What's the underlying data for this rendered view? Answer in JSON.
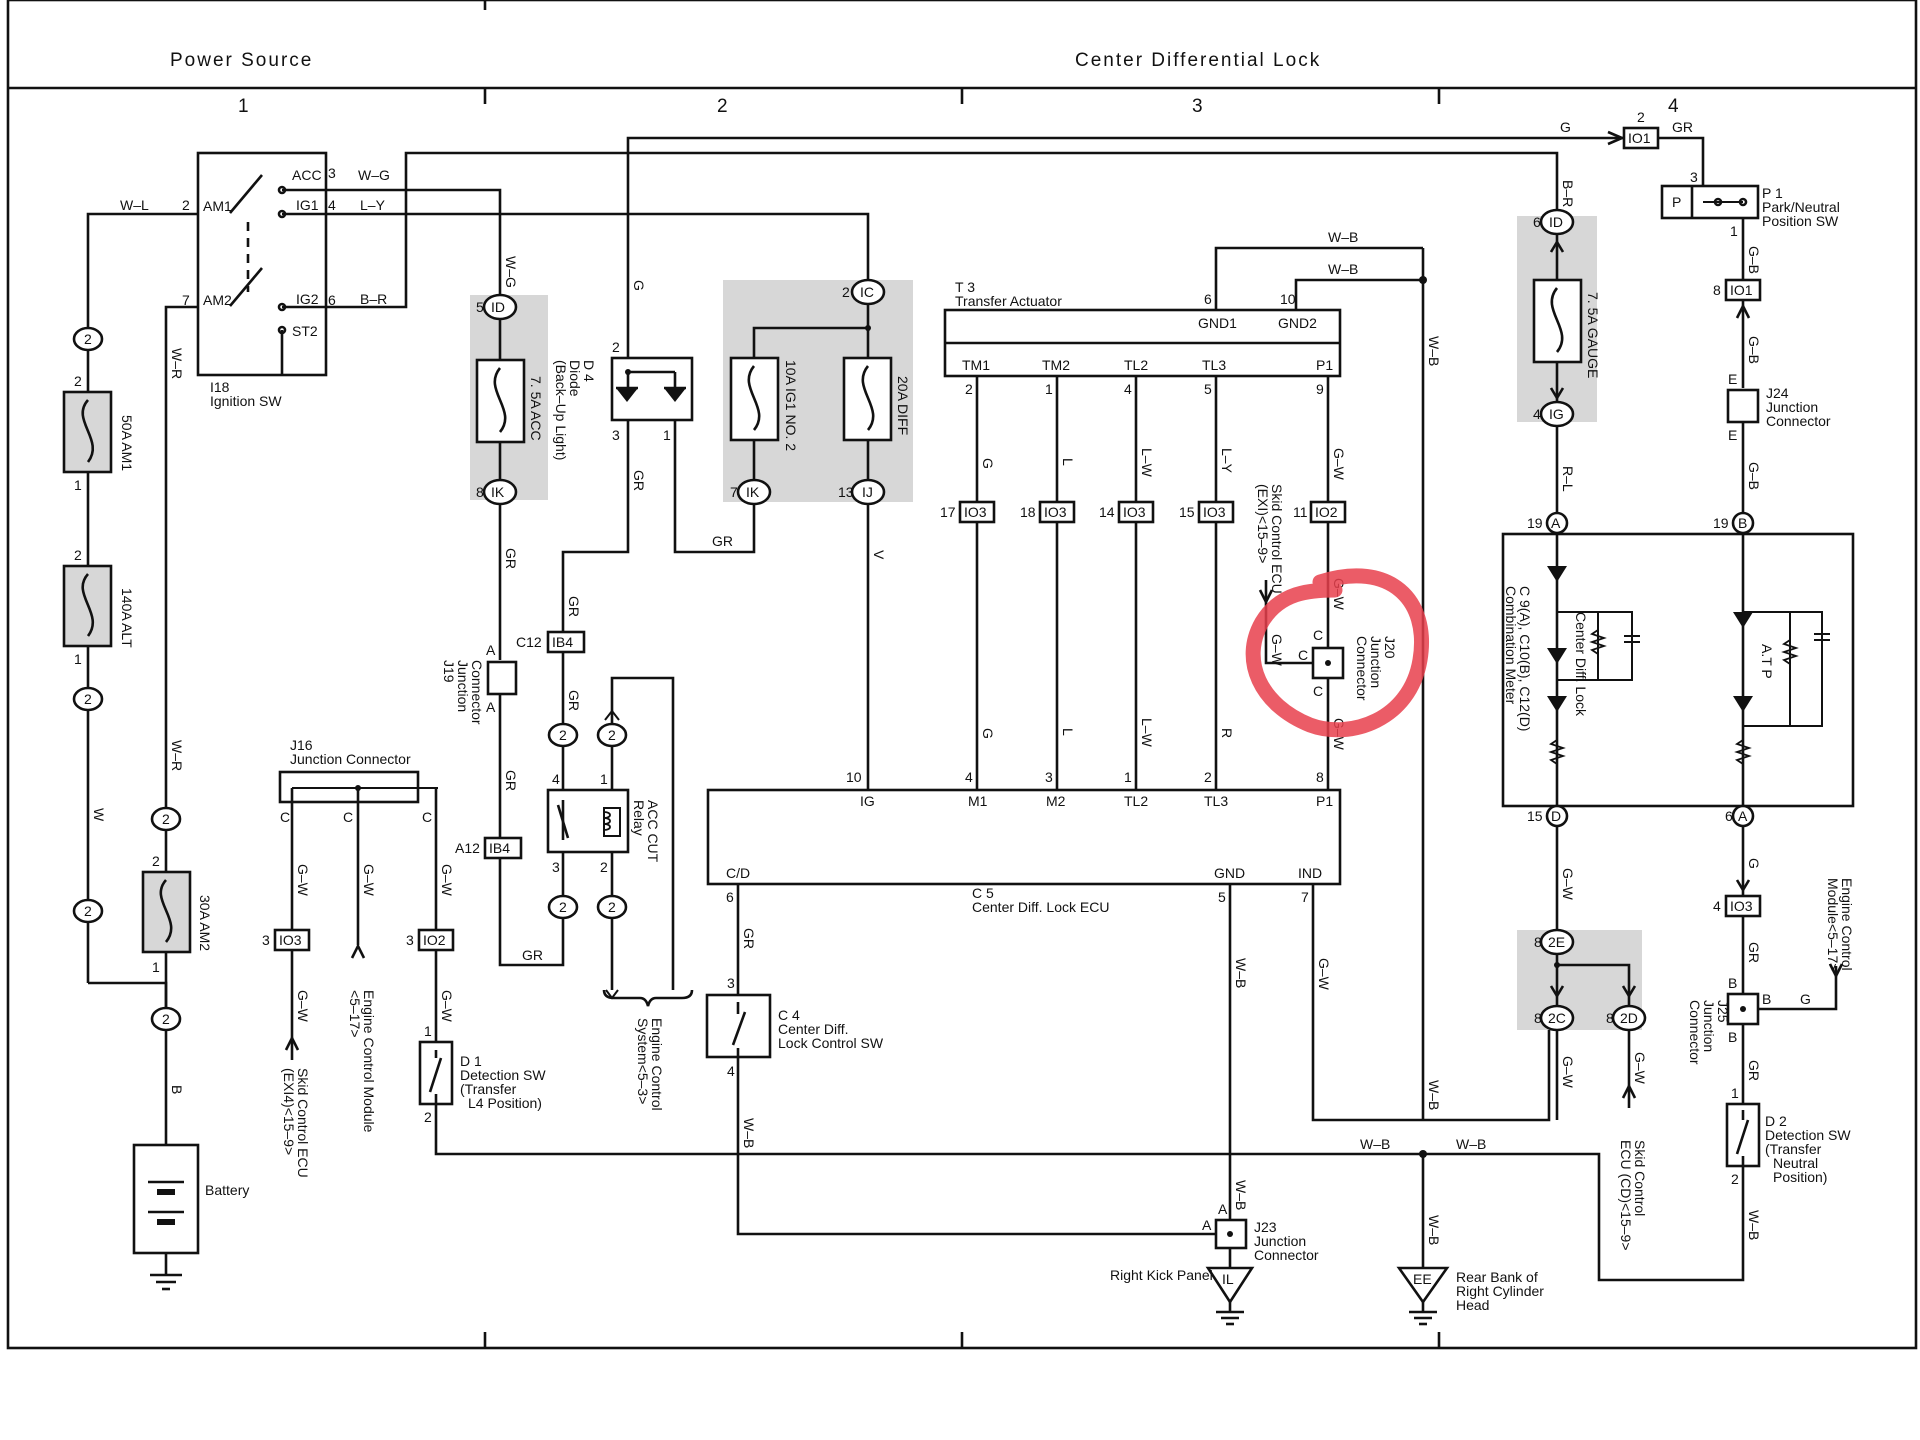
{
  "header": {
    "left_title": "Power Source",
    "right_title": "Center Differential Lock",
    "columns": [
      "1",
      "2",
      "3",
      "4"
    ]
  },
  "components": {
    "ignition_sw": {
      "name": "I18",
      "desc": "Ignition SW",
      "terms": [
        "ACC",
        "AM1",
        "IG1",
        "AM2",
        "IG2",
        "ST2"
      ],
      "pins": [
        "3",
        "2",
        "4",
        "7",
        "6"
      ]
    },
    "fuse_50a": "50A AM1",
    "fuse_140a": "140A ALT",
    "fuse_30a": "30A AM2",
    "fuse_75acc": "7. 5A ACC",
    "fuse_10a": "10A IG1 NO. 2",
    "fuse_20a": "20A DIFF",
    "fuse_gauge": "7. 5A GAUGE",
    "diode": {
      "name": "D 4",
      "desc": "Diode",
      "sub": "(Back–Up Light)"
    },
    "battery": "Battery",
    "j16": {
      "name": "J16",
      "desc": "Junction Connector"
    },
    "j19": {
      "name": "J19",
      "desc": "Junction",
      "desc2": "Connector"
    },
    "j20": {
      "name": "J20",
      "desc": "Junction",
      "desc2": "Connector"
    },
    "j23": {
      "name": "J23",
      "desc": "Junction",
      "desc2": "Connector"
    },
    "j24": {
      "name": "J24",
      "desc": "Junction",
      "desc2": "Connector"
    },
    "j25": {
      "name": "J25",
      "desc": "Junction",
      "desc2": "Connector"
    },
    "relay": {
      "desc": "ACC CUT",
      "desc2": "Relay"
    },
    "t3": {
      "name": "T 3",
      "desc": "Transfer Actuator",
      "pins": [
        "TM1",
        "TM2",
        "TL2",
        "TL3",
        "P1",
        "GND1",
        "GND2"
      ]
    },
    "c5": {
      "name": "C 5",
      "desc": "Center Diff.  Lock ECU",
      "pins": [
        "IG",
        "M1",
        "M2",
        "TL2",
        "TL3",
        "P1",
        "C/D",
        "GND",
        "IND"
      ]
    },
    "c4": {
      "name": "C 4",
      "desc": "Center Diff.",
      "desc2": "Lock Control SW"
    },
    "d1": {
      "name": "D 1",
      "l1": "Detection SW",
      "l2": "(Transfer",
      "l3": "L4 Position)"
    },
    "d2": {
      "name": "D 2",
      "l1": "Detection SW",
      "l2": "(Transfer",
      "l3": "Neutral",
      "l4": "Position)"
    },
    "p1": {
      "name": "P 1",
      "desc": "Park/Neutral",
      "desc2": "Position SW",
      "term": "P"
    },
    "meter": {
      "name": "C 9(A), C10(B), C12(D)",
      "desc": "Combination Meter",
      "center": "Center Diff.  Lock",
      "atp": "A.T P"
    },
    "skid_ecu_top": {
      "l1": "Skid Control ECU",
      "l2": "(EXI)<15–9>"
    },
    "skid_ecu_bl": {
      "l1": "Skid Control ECU",
      "l2": "(EXI4)<15–9>"
    },
    "skid_ecu_br": {
      "l1": "Skid Control",
      "l2": "ECU (CD)<15–9>"
    },
    "engine_module": {
      "l1": "Engine Control Module",
      "l2": "<5–17>"
    },
    "engine_module_r": {
      "l1": "Engine Control",
      "l2": "Module<5–17>"
    },
    "engine_system": {
      "l1": "Engine Control",
      "l2": "System<5–3>"
    },
    "ground_il": {
      "code": "IL",
      "desc": "Right Kick Panel"
    },
    "ground_ee": {
      "code": "EE",
      "desc": "Rear Bank of",
      "desc2": "Right Cylinder",
      "desc3": "Head"
    }
  },
  "connectors": [
    "ID",
    "IK",
    "IC",
    "IK",
    "IJ",
    "IB4",
    "IB4",
    "IO3",
    "IO2",
    "IO1",
    "IO1",
    "IO3",
    "IO3",
    "IO3",
    "IO3",
    "IO2",
    "IO3",
    "IO2",
    "ID",
    "IG",
    "2",
    "2E",
    "2C",
    "2D"
  ],
  "wires": {
    "wl": "W–L",
    "wr": "W–R",
    "w": "W",
    "b": "B",
    "wg": "W–G",
    "ly": "L–Y",
    "br": "B–R",
    "g": "G",
    "gr": "GR",
    "v": "V",
    "l": "L",
    "lw": "L–W",
    "r": "R",
    "gw": "G–W",
    "wb": "W–B",
    "gb": "G–B",
    "rl": "R–L"
  }
}
